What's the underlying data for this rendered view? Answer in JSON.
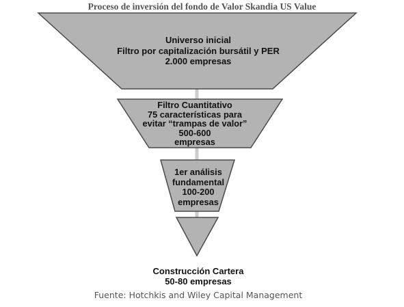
{
  "title": "Proceso de inversión del fondo de Valor Skandia US Value",
  "colors": {
    "shape_fill": "#b3b3b3",
    "shape_stroke": "#4a4a4a",
    "connector": "#cccccc",
    "text": "#111111",
    "title_text": "#555555"
  },
  "stages": [
    {
      "lines": [
        "Universo inicial",
        "Filtro por capitalización bursátil y PER",
        "2.000 empresas"
      ]
    },
    {
      "lines": [
        "Filtro Cuantitativo",
        "75 características para",
        "evitar “trampas de valor”",
        "500-600",
        "empresas"
      ]
    },
    {
      "lines": [
        "1er análisis",
        "fundamental",
        "100-200",
        "empresas"
      ]
    }
  ],
  "final_stage": {
    "lines": [
      "Construcción Cartera",
      "50-80 empresas"
    ]
  },
  "source": "Fuente: Hotchkis and Wiley Capital Management"
}
